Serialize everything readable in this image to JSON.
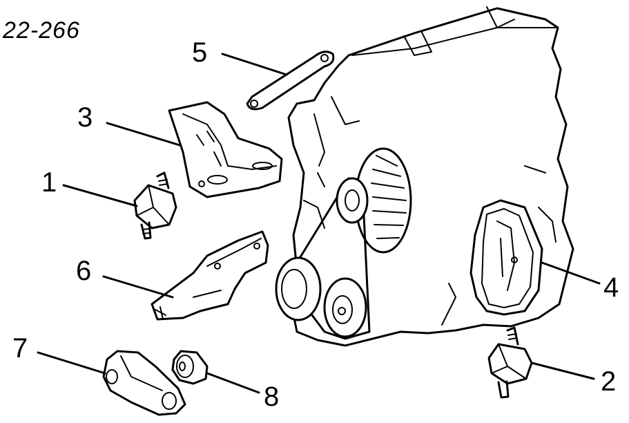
{
  "figure_code": "22-266",
  "callouts": [
    {
      "id": "1",
      "label": "1"
    },
    {
      "id": "2",
      "label": "2"
    },
    {
      "id": "3",
      "label": "3"
    },
    {
      "id": "4",
      "label": "4"
    },
    {
      "id": "5",
      "label": "5"
    },
    {
      "id": "6",
      "label": "6"
    },
    {
      "id": "7",
      "label": "7"
    },
    {
      "id": "8",
      "label": "8"
    }
  ],
  "colors": {
    "ink": "#000000",
    "paper": "#ffffff"
  }
}
